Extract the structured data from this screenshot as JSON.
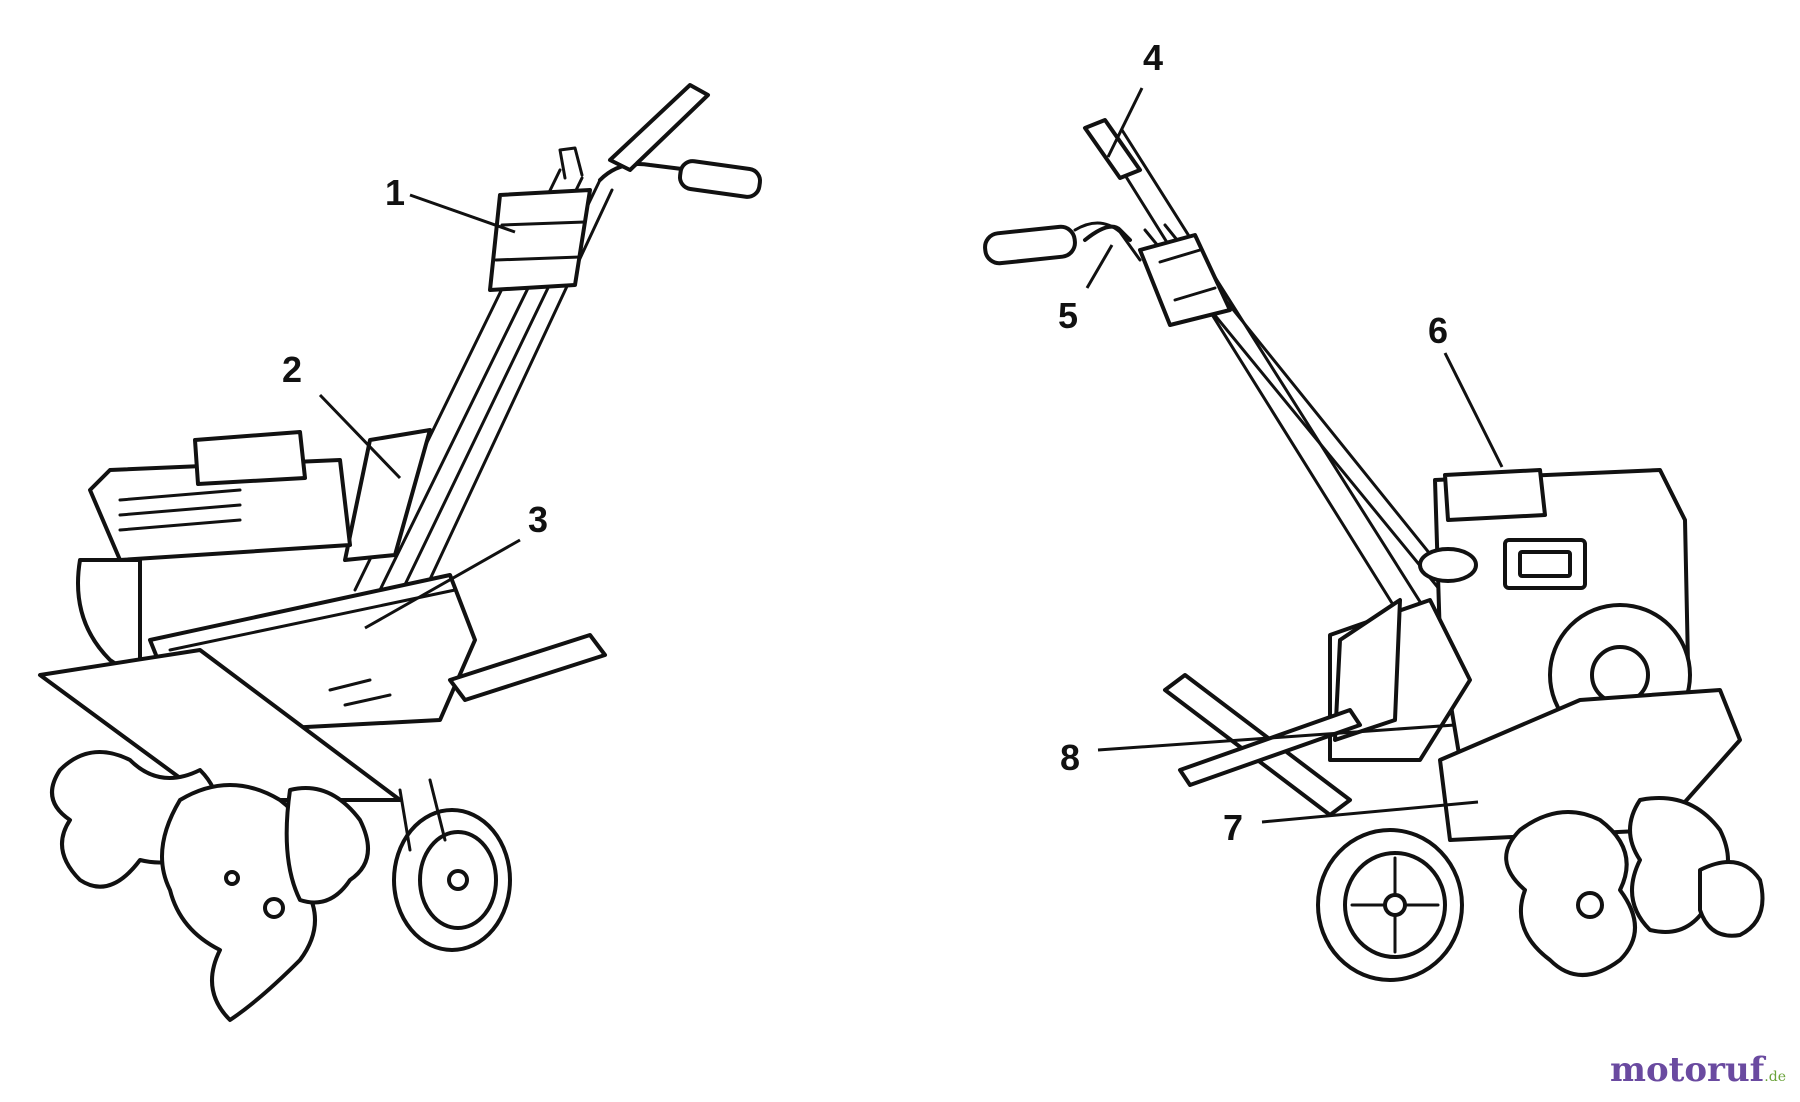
{
  "callouts": [
    {
      "label": "1"
    },
    {
      "label": "2"
    },
    {
      "label": "3"
    },
    {
      "label": "4"
    },
    {
      "label": "5"
    },
    {
      "label": "6"
    },
    {
      "label": "7"
    },
    {
      "label": "8"
    }
  ],
  "watermark": {
    "main": "motoruf",
    "tld": ".de"
  },
  "colors": {
    "ink": "#111111",
    "background": "#ffffff",
    "watermark_primary": "#6a4aa0",
    "watermark_secondary": "#6aa33a"
  }
}
